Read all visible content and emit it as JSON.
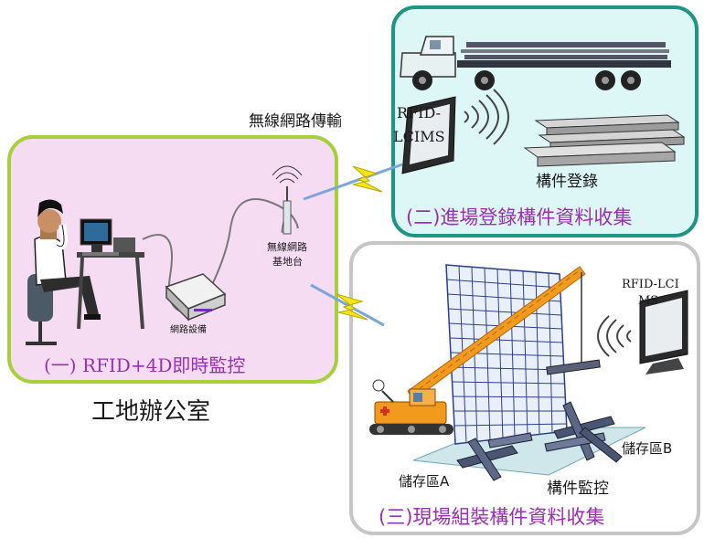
{
  "wireless_transmission_label": "無線網路傳輸",
  "office": {
    "caption": "(一) RFID+4D即時監控",
    "location_label": "工地辦公室",
    "base_station_label_line1": "無線網路",
    "base_station_label_line2": "基地台",
    "network_device_label": "網路設備"
  },
  "delivery": {
    "caption": "(二)進場登錄構件資料收集",
    "device_label_line1": "RFID-",
    "device_label_line2": "LCIMS",
    "component_label": "構件登錄"
  },
  "site": {
    "caption": "(三)現場組裝構件資料收集",
    "device_label_line1": "RFID-LCI",
    "device_label_line2": "MS",
    "storage_a_label": "儲存區A",
    "storage_b_label": "儲存區B",
    "monitor_label": "構件監控"
  },
  "colors": {
    "office_border": "#a6cf3c",
    "office_fill": "#f6dcf3",
    "delivery_border": "#1e9686",
    "delivery_fill": "#dcf7f6",
    "site_border": "#c6c6c6",
    "caption_text": "#9a2fb3",
    "crane": "#f29a1e",
    "building": "#2b3f8f"
  }
}
